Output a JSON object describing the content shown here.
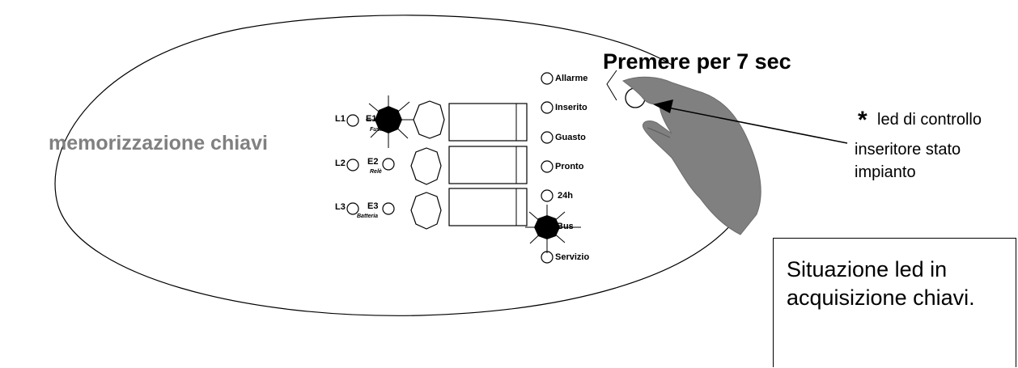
{
  "side_title": "memorizzazione chiavi",
  "instruction": "Premere per 7 sec",
  "callout": {
    "asterisk": "*",
    "lines": [
      "led di controllo",
      "inseritore stato",
      "impianto"
    ]
  },
  "status_box_text": "Situazione led in acquisizione chiavi.",
  "panel": {
    "left_rows": [
      {
        "l": "L1",
        "e": "E1",
        "sub": "Fusibili",
        "led_on": true
      },
      {
        "l": "L2",
        "e": "E2",
        "sub": "Relè",
        "led_on": false
      },
      {
        "l": "L3",
        "e": "E3",
        "sub": "Batteria",
        "led_on": false
      }
    ],
    "status_leds": [
      {
        "label": "Allarme",
        "on": false
      },
      {
        "label": "Inserito",
        "on": false
      },
      {
        "label": "Guasto",
        "on": false
      },
      {
        "label": "Pronto",
        "on": false
      },
      {
        "label": "24h",
        "on": false
      },
      {
        "label": "Bus",
        "on": true
      },
      {
        "label": "Servizio",
        "on": false
      }
    ]
  }
}
